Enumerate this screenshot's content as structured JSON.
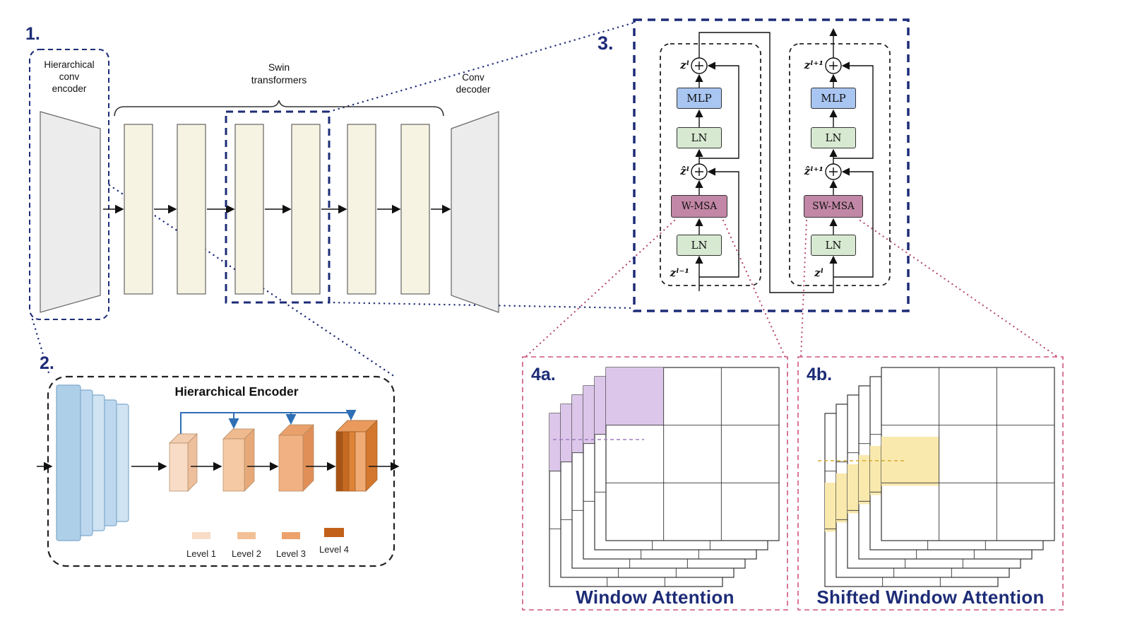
{
  "colors": {
    "navy": "#1d2c77",
    "crimson": "#b5476b",
    "pinkBox": "#cf5580",
    "mlpBlue": "#a9c5f1",
    "lnGreen": "#d8e9d2",
    "msaMauve": "#c287a6",
    "windowPurple": "#dcc6ea",
    "windowYellow": "#f9e9ad",
    "blockCream": "#f7f3e2",
    "blueArrow": "#2f6fb5",
    "level1": "#f8dcc6",
    "level2": "#f2c096",
    "level3": "#eca26a",
    "level4": "#c2601a"
  },
  "section1": {
    "number": "1.",
    "encoder_label": "Hierarchical\nconv\nencoder",
    "swin_label": "Swin\ntransformers",
    "decoder_label": "Conv\ndecoder"
  },
  "section2": {
    "number": "2.",
    "title": "Hierarchical Encoder",
    "levels": [
      "Level 1",
      "Level 2",
      "Level 3",
      "Level 4"
    ]
  },
  "section3": {
    "number": "3.",
    "left": {
      "out": "zˡ",
      "mlp": "MLP",
      "ln_top": "LN",
      "mid": "ẑˡ",
      "msa": "W-MSA",
      "ln_bottom": "LN",
      "in": "zˡ⁻¹"
    },
    "right": {
      "out": "zˡ⁺¹",
      "mlp": "MLP",
      "ln_top": "LN",
      "mid": "ẑˡ⁺¹",
      "msa": "SW-MSA",
      "ln_bottom": "LN",
      "in": "zˡ"
    }
  },
  "section4a": {
    "number": "4a.",
    "label": "Window Attention"
  },
  "section4b": {
    "number": "4b.",
    "label": "Shifted Window Attention"
  }
}
